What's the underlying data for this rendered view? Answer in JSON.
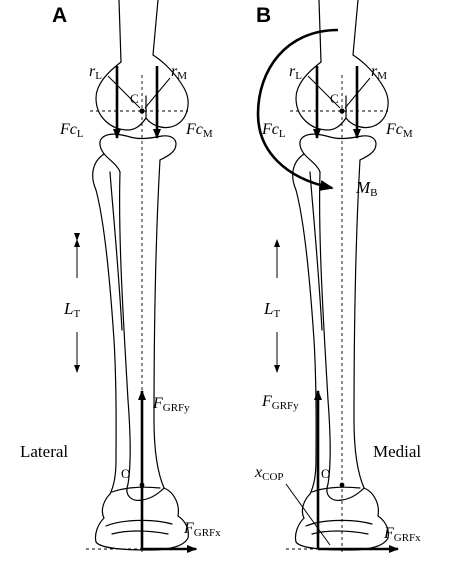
{
  "panels": {
    "a": {
      "label": "A",
      "r_lateral": {
        "main": "r",
        "sub": "L"
      },
      "r_medial": {
        "main": "r",
        "sub": "M"
      },
      "center_c": "C",
      "fc_lateral": {
        "main": "Fc",
        "sub": "L"
      },
      "fc_medial": {
        "main": "Fc",
        "sub": "M"
      },
      "tibia_length": {
        "main": "L",
        "sub": "T"
      },
      "grf_vertical": {
        "main": "F",
        "sub": "GRFy"
      },
      "grf_horizontal": {
        "main": "F",
        "sub": "GRFx"
      },
      "origin_o": "O",
      "side": "Lateral"
    },
    "b": {
      "label": "B",
      "r_lateral": {
        "main": "r",
        "sub": "L"
      },
      "r_medial": {
        "main": "r",
        "sub": "M"
      },
      "center_c": "C",
      "fc_lateral": {
        "main": "Fc",
        "sub": "L"
      },
      "fc_medial": {
        "main": "Fc",
        "sub": "M"
      },
      "moment": {
        "main": "M",
        "sub": "B"
      },
      "tibia_length": {
        "main": "L",
        "sub": "T"
      },
      "grf_vertical": {
        "main": "F",
        "sub": "GRFy"
      },
      "grf_horizontal": {
        "main": "F",
        "sub": "GRFx"
      },
      "cop_offset": {
        "main": "x",
        "sub": "COP"
      },
      "origin_o": "O",
      "side": "Medial"
    }
  },
  "colors": {
    "ink": "#000000",
    "background": "#ffffff"
  }
}
